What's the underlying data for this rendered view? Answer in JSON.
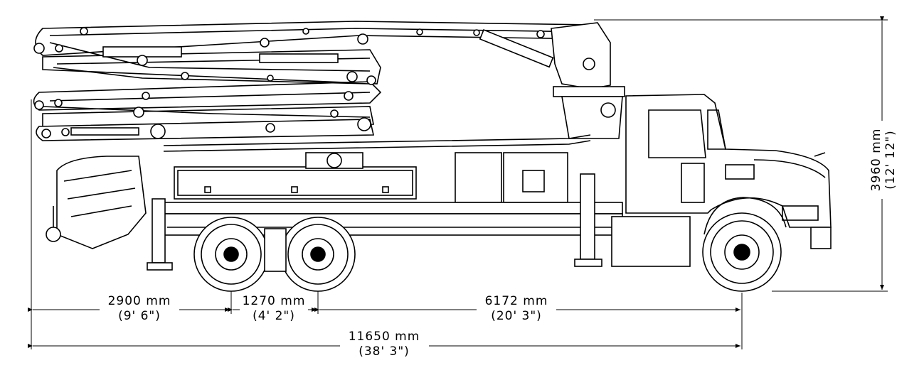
{
  "dimensions": {
    "overhang": {
      "metric": "2900 mm",
      "imperial": "(9' 6\")"
    },
    "axle_spread": {
      "metric": "1270 mm",
      "imperial": "(4' 2\")"
    },
    "wheelbase": {
      "metric": "6172 mm",
      "imperial": "(20' 3\")"
    },
    "overall_length": {
      "metric": "11650 mm",
      "imperial": "(38' 3\")"
    },
    "overall_height": {
      "metric": "3960 mm",
      "imperial": "(12' 12\")"
    }
  }
}
